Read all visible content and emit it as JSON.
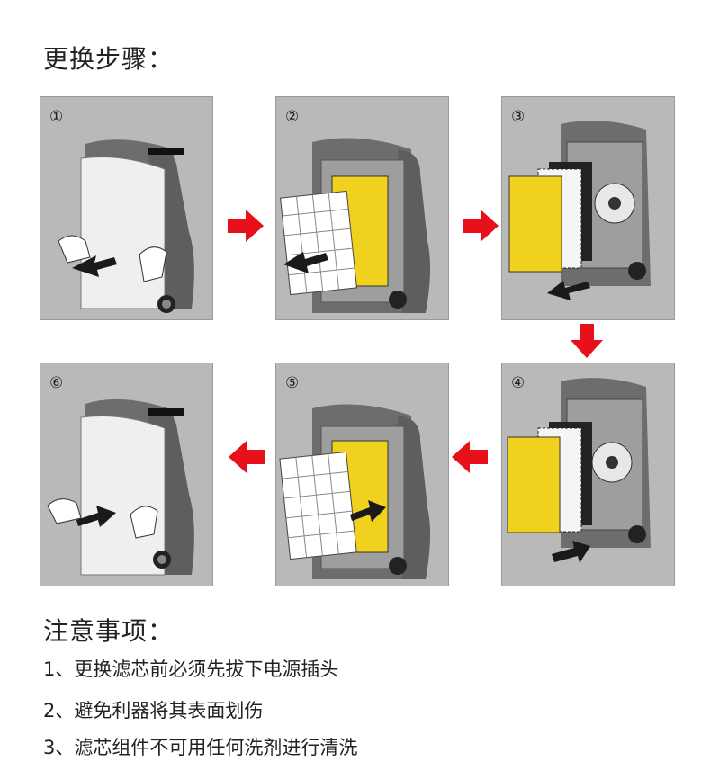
{
  "page": {
    "title": "更换步骤：",
    "notes_title": "注意事项：",
    "notes": [
      "1、更换滤芯前必须先拔下电源插头",
      "2、避免利器将其表面划伤",
      "3、滤芯组件不可用任何洗剂进行清洗"
    ]
  },
  "steps": [
    {
      "number": "①",
      "illustration": "remove-front-cover"
    },
    {
      "number": "②",
      "illustration": "remove-prefilter"
    },
    {
      "number": "③",
      "illustration": "remove-filters"
    },
    {
      "number": "④",
      "illustration": "insert-filters"
    },
    {
      "number": "⑤",
      "illustration": "insert-prefilter"
    },
    {
      "number": "⑥",
      "illustration": "attach-front-cover"
    }
  ],
  "colors": {
    "panel_bg": "#b9b9b9",
    "flow_arrow": "#e8101a",
    "filter_yellow": "#f0d21e",
    "action_arrow": "#1a1a1a"
  }
}
